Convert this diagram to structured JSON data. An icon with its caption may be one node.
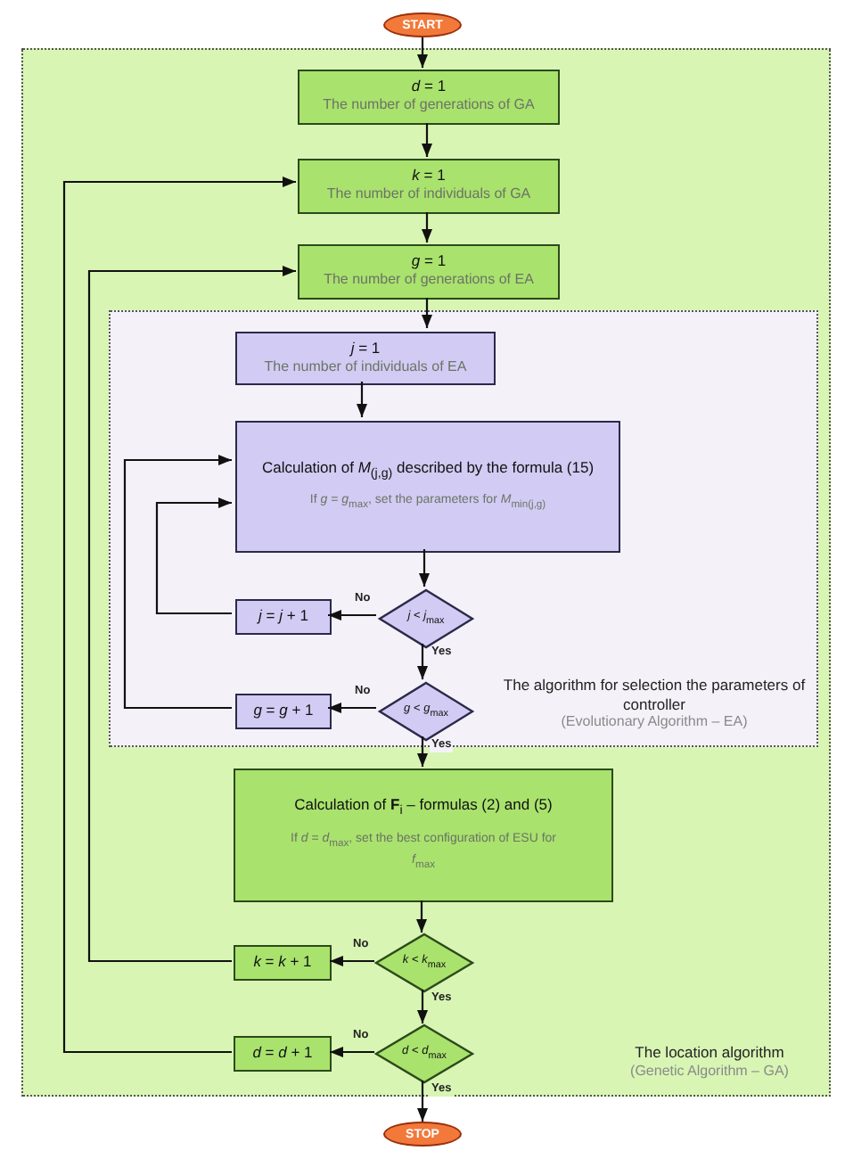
{
  "diagram": {
    "nodes": [
      {
        "text": [
          "START"
        ]
      },
      {
        "text": [
          "The location algorithm",
          "(Genetic Algorithm – GA)"
        ]
      },
      {
        "text": [
          "*d* = 1",
          "The number of generations of GA"
        ],
        "in": 1
      },
      {
        "text": [
          "*k* = 1",
          "The number of individuals of GA"
        ],
        "in": 1
      },
      {
        "text": [
          "*g* = 1",
          "The number of generations of EA"
        ],
        "in": 1
      },
      {
        "text": [
          "The algorithm for selection the parameters of controller",
          "(Evolutionary Algorithm – EA)"
        ],
        "in": 1
      },
      {
        "text": [
          "*j* = 1",
          "The number of individuals of EA"
        ],
        "in": 5
      },
      {
        "text": [
          "Calculation of *M*$_{(j,g)}$ described by the formula (15)",
          "If *g* = *g*$_{max}$, set the parameters for *M*$_{min(j,g)}$"
        ],
        "in": 5
      },
      {
        "text": [
          "*j* < *j*$_{max}$"
        ],
        "in": 5
      },
      {
        "text": [
          "*j* = *j* + 1"
        ],
        "in": 5
      },
      {
        "text": [
          "*g* < *g*$_{max}$"
        ],
        "in": 5
      },
      {
        "text": [
          "*g* = *g* + 1"
        ],
        "in": 5
      },
      {
        "text": [
          "Calculation of **F**$_{i}$ – formulas (2) and (5)",
          "If *d* = *d*$_{max}$, set the best configuration of ESU for *f*$_{max}$"
        ],
        "in": 1
      },
      {
        "text": [
          "*k* < *k*$_{max}$"
        ],
        "in": 1
      },
      {
        "text": [
          "*k* = *k* + 1"
        ],
        "in": 1
      },
      {
        "text": [
          "*d* < *d*$_{max}$"
        ],
        "in": 1
      },
      {
        "text": [
          "*d* = *d* + 1"
        ],
        "in": 1
      },
      {
        "text": [
          "STOP"
        ]
      }
    ],
    "edges": [
      {
        "from": 0,
        "to": 2,
        "arrow": "to"
      },
      {
        "from": 2,
        "to": 3,
        "arrow": "to"
      },
      {
        "from": 3,
        "to": 4,
        "arrow": "to"
      },
      {
        "from": 4,
        "to": 6,
        "arrow": "to"
      },
      {
        "from": 6,
        "to": 7,
        "arrow": "to"
      },
      {
        "from": 7,
        "to": 8,
        "arrow": "to"
      },
      {
        "from": 8,
        "to": 9,
        "arrow": "to",
        "label": "No"
      },
      {
        "from": 9,
        "to": 7,
        "arrow": "to"
      },
      {
        "from": 8,
        "to": 10,
        "arrow": "to",
        "label": "Yes"
      },
      {
        "from": 10,
        "to": 11,
        "arrow": "to",
        "label": "No"
      },
      {
        "from": 11,
        "to": 7,
        "arrow": "to"
      },
      {
        "from": 10,
        "to": 12,
        "arrow": "to",
        "label": "Yes"
      },
      {
        "from": 12,
        "to": 13,
        "arrow": "to"
      },
      {
        "from": 13,
        "to": 14,
        "arrow": "to",
        "label": "No"
      },
      {
        "from": 14,
        "to": 4,
        "arrow": "to"
      },
      {
        "from": 13,
        "to": 15,
        "arrow": "to",
        "label": "Yes"
      },
      {
        "from": 15,
        "to": 16,
        "arrow": "to",
        "label": "No"
      },
      {
        "from": 16,
        "to": 3,
        "arrow": "to"
      },
      {
        "from": 15,
        "to": 17,
        "arrow": "to",
        "label": "Yes"
      }
    ]
  }
}
